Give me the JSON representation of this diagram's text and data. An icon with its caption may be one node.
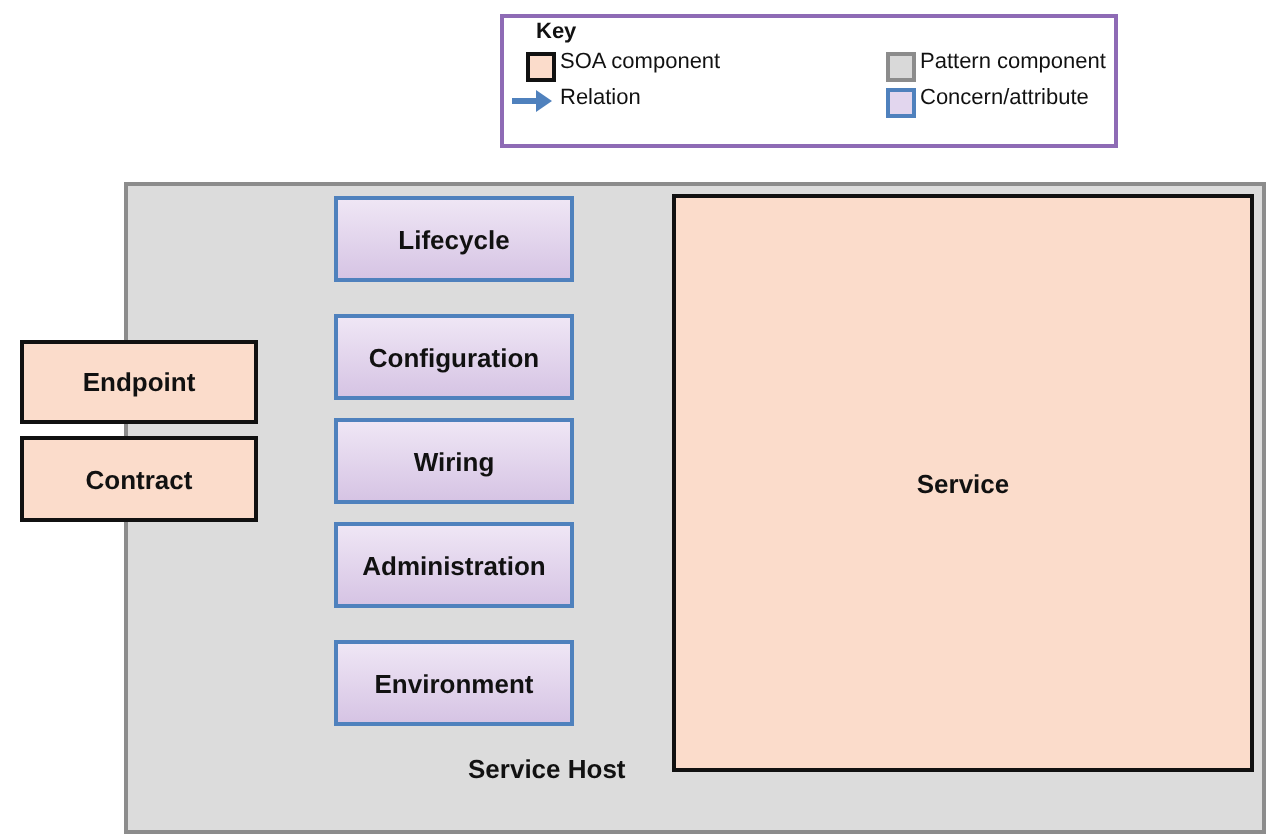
{
  "diagram": {
    "nodes": [
      {
        "text": [
          "Service Host"
        ]
      },
      {
        "text": [
          "Lifecycle"
        ],
        "in": 0
      },
      {
        "text": [
          "Configuration"
        ],
        "in": 0
      },
      {
        "text": [
          "Wiring"
        ],
        "in": 0
      },
      {
        "text": [
          "Administration"
        ],
        "in": 0
      },
      {
        "text": [
          "Environment"
        ],
        "in": 0
      },
      {
        "text": [
          "Service"
        ],
        "in": 0
      },
      {
        "text": [
          "Endpoint"
        ]
      },
      {
        "text": [
          "Contract"
        ]
      }
    ],
    "labels": [
      "Key"
    ],
    "legend": [
      {
        "text": "SOA component",
        "color": "#fbdccb"
      },
      {
        "text": "Pattern component",
        "color": "#d9d9d9"
      },
      {
        "text": "Relation"
      },
      {
        "text": "Concern/attribute",
        "color": "#e2d6ee"
      }
    ]
  }
}
